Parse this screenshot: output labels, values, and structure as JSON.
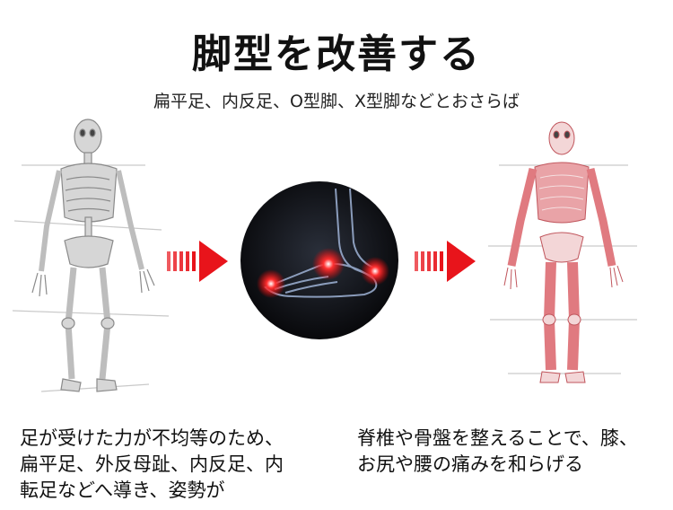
{
  "title": "脚型を改善する",
  "subtitle": "扁平足、内反足、O型脚、X型脚などとおさらば",
  "left_caption": {
    "lines": [
      "足が受けた力が不均等のため、",
      "扁平足、外反母趾、内反足、内",
      "転足などへ導き、姿勢が"
    ]
  },
  "right_caption": {
    "lines": [
      "脊椎や骨盤を整えることで、膝、",
      "お尻や腰の痛みを和らげる"
    ]
  },
  "colors": {
    "arrow_red": "#e8141b",
    "skeleton_gray": "#b9b9b9",
    "muscle_pink": "#e07a80",
    "glow_red": "#ff2a2a"
  }
}
